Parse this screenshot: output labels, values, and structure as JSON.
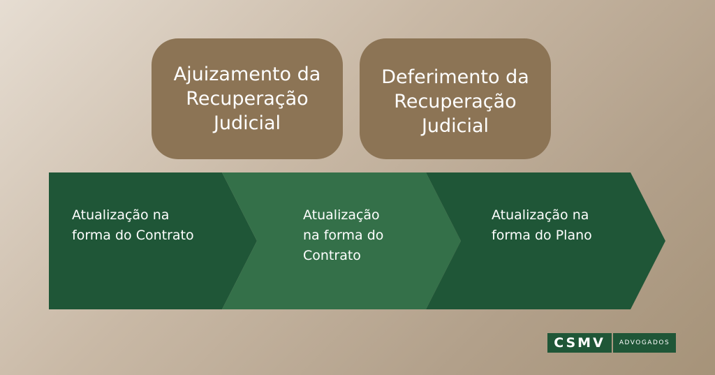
{
  "colors": {
    "box_fill": "#8c7455",
    "box_text": "#ffffff",
    "arrow_dark": "#1f5637",
    "arrow_light": "#347049",
    "arrow_text": "#ffffff",
    "logo_fill": "#1f5637"
  },
  "stages": [
    {
      "label": "Ajuizamento da\nRecuperação\nJudicial"
    },
    {
      "label": "Deferimento da\nRecuperação\nJudicial"
    }
  ],
  "phases": [
    {
      "label": "Atualização na\nforma do Contrato"
    },
    {
      "label": "Atualização\nna forma do\nContrato"
    },
    {
      "label": "Atualização na\nforma do Plano"
    }
  ],
  "logo": {
    "name": "CSMV",
    "tagline": "ADVOGADOS"
  }
}
